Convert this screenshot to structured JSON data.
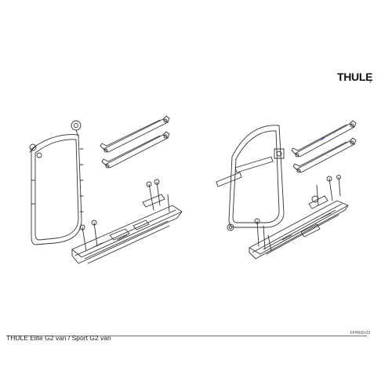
{
  "brand": {
    "logo_text": "THULE",
    "logo_reg": "®"
  },
  "footer": {
    "caption": "THULE Elite G2 van / Sport G2 van",
    "doc_code": "FFH600-03"
  },
  "colors": {
    "line": "#333333",
    "highlight": "#2244aa"
  },
  "figures": [
    {
      "name": "elite-g2-van-assembly",
      "parts": [
        "frame",
        "rail-pair",
        "bike-rack"
      ]
    },
    {
      "name": "sport-g2-van-assembly",
      "parts": [
        "frame",
        "rail-pair",
        "bike-rack"
      ]
    }
  ]
}
